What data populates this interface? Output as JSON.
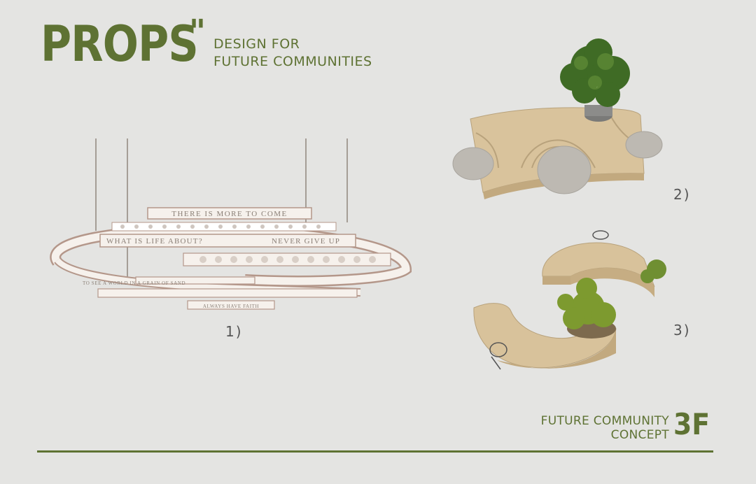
{
  "header": {
    "title": "PROPS",
    "quote": "\"",
    "subtitle_line1": "DESIGN FOR",
    "subtitle_line2": "FUTURE COMMUNITIES"
  },
  "figures": {
    "fig1": {
      "label": "1)",
      "ring_texts": {
        "top": "THERE IS MORE TO COME",
        "left": "WHAT IS LIFE ABOUT?",
        "right": "NEVER GIVE UP",
        "inner": "TO SEE A WORLD IN A GRAIN OF SAND",
        "bottom": "ALWAYS HAVE FAITH"
      }
    },
    "fig2": {
      "label": "2)"
    },
    "fig3": {
      "label": "3)"
    }
  },
  "footer": {
    "line1": "FUTURE COMMUNITY",
    "line2": "CONCEPT",
    "code": "3F"
  },
  "colors": {
    "accent": "#5e7233",
    "background": "#e4e4e2",
    "wood": "#d8c29b",
    "terrazzo": "#b9b6b0",
    "foliage": "#4f7a2a"
  }
}
